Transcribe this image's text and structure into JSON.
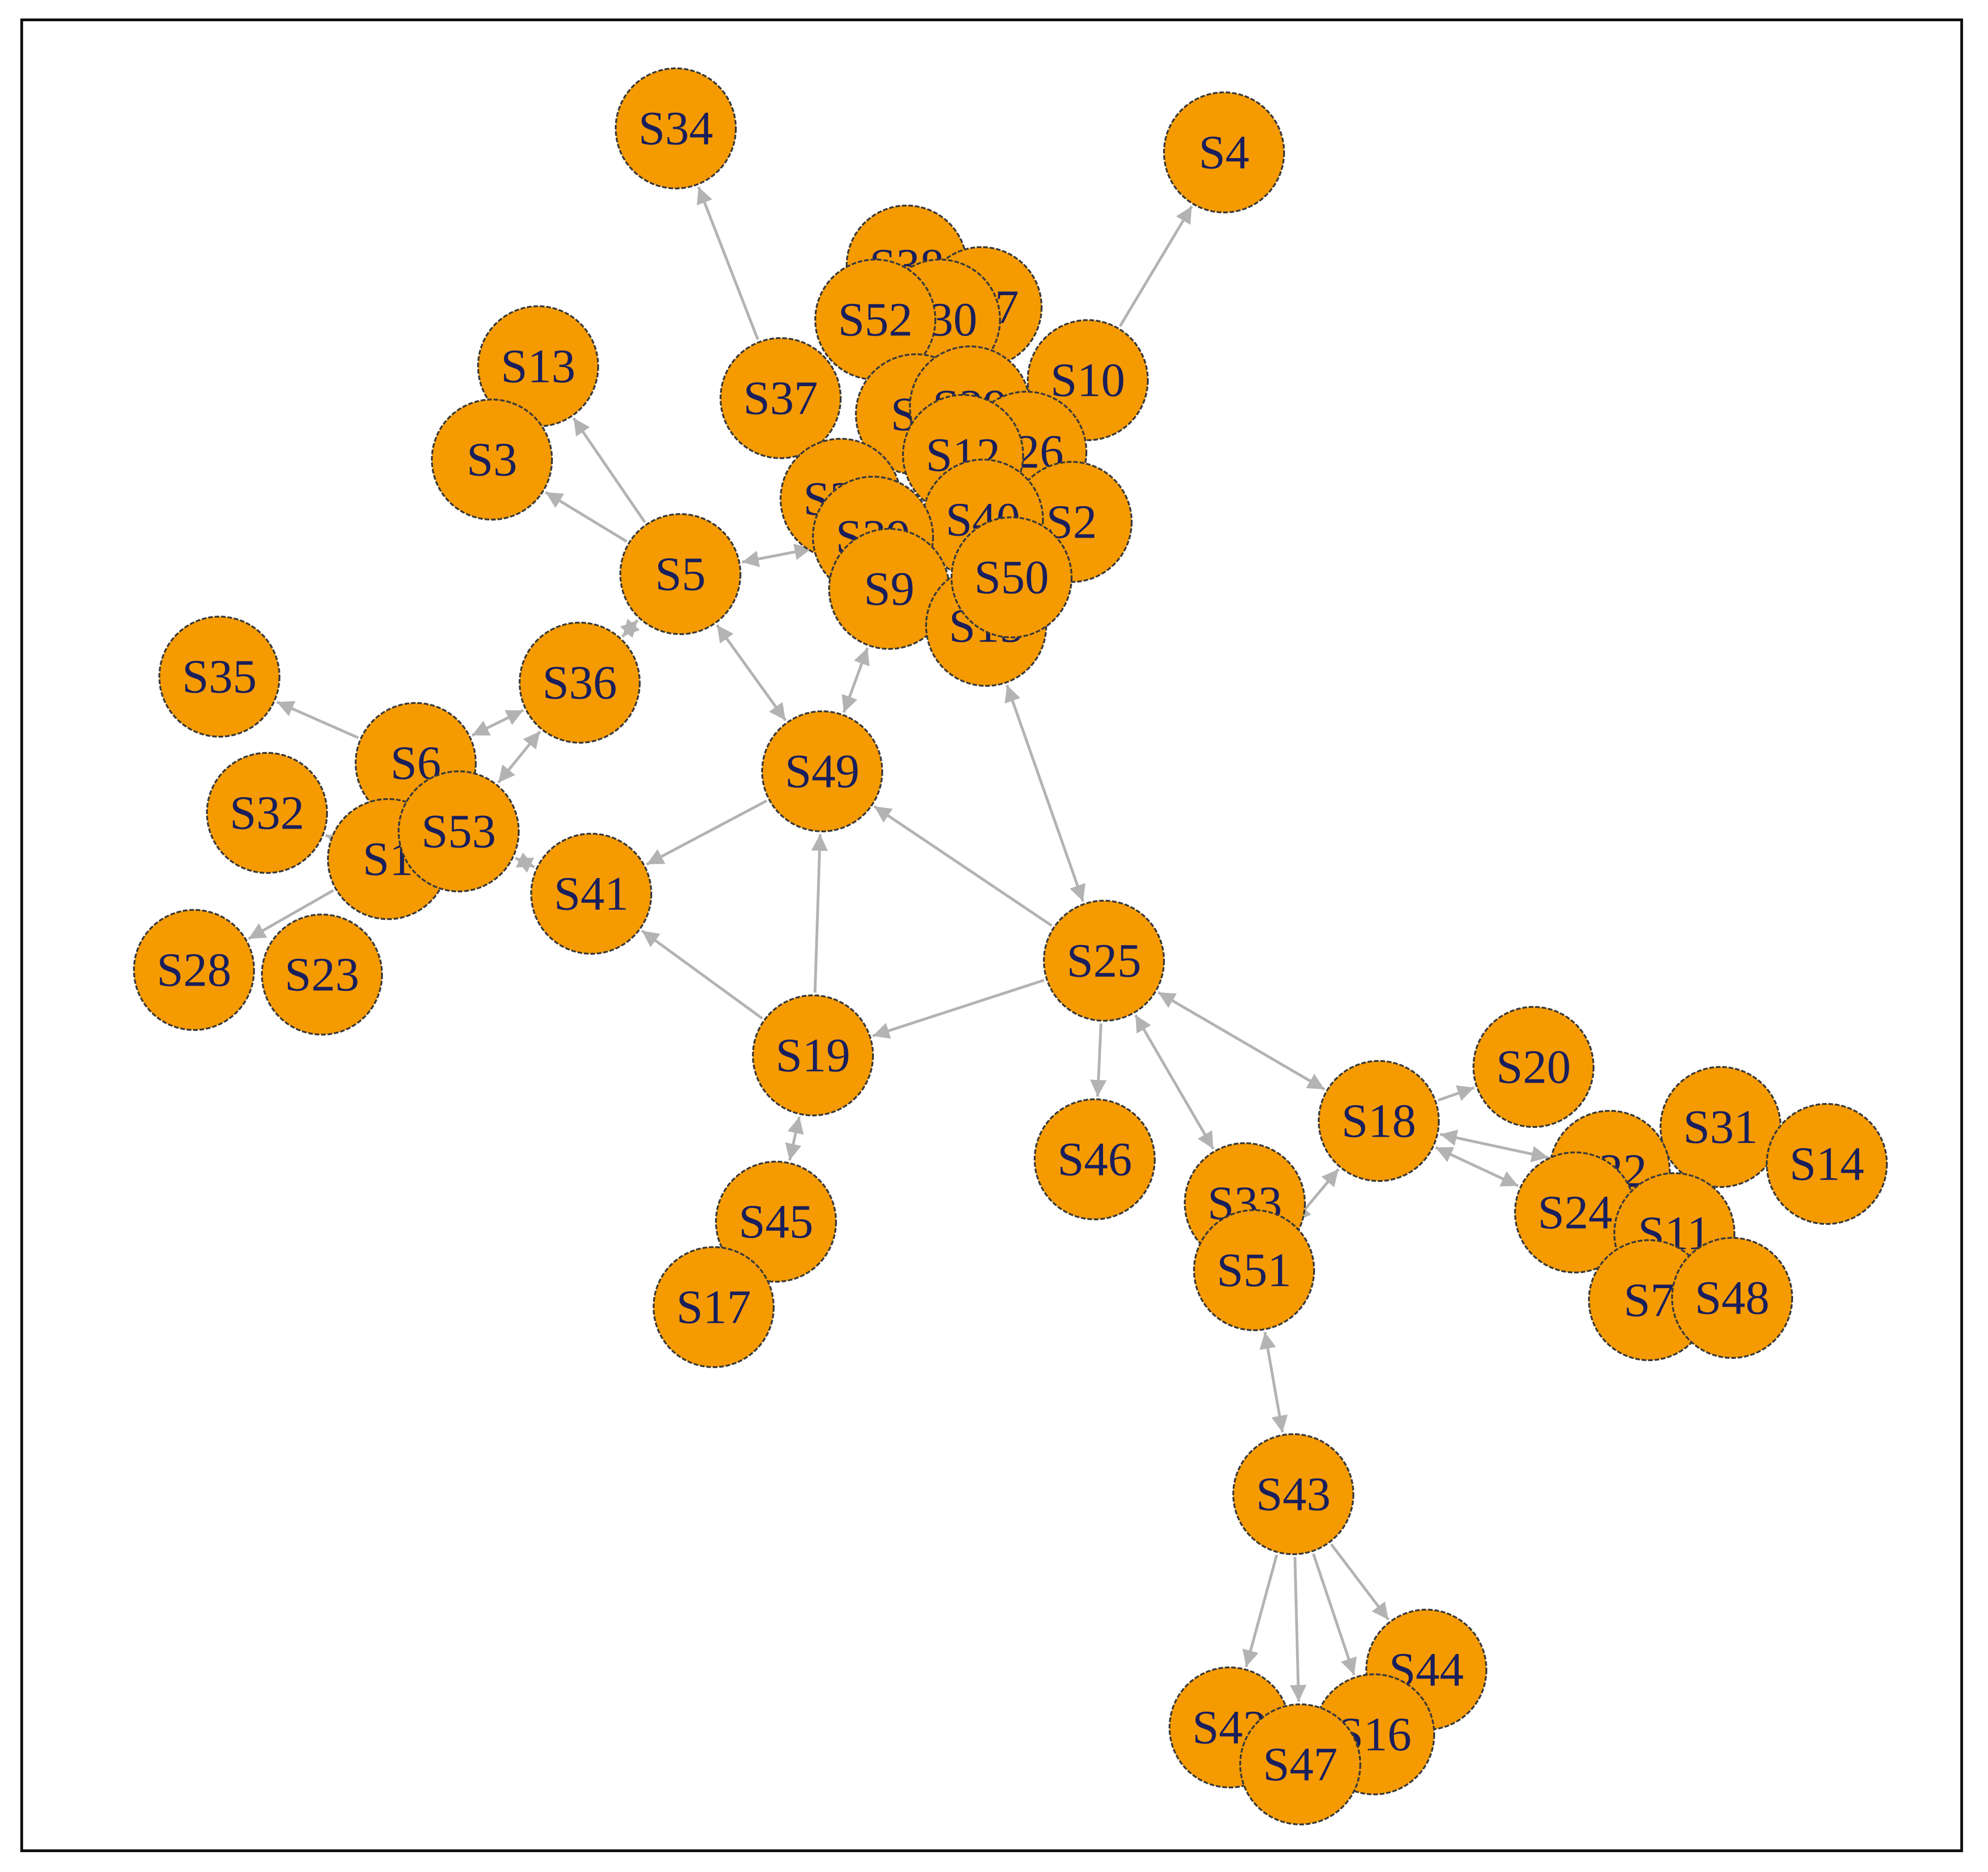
{
  "colors": {
    "node_fill": "#f59a00",
    "node_stroke": "#3a3a3a",
    "edge": "#b3b3b3",
    "label": "#1a1f5c",
    "background": "#ffffff"
  },
  "nodes": [
    {
      "id": "S34",
      "label": "S34"
    },
    {
      "id": "S4",
      "label": "S4"
    },
    {
      "id": "S38",
      "label": "S38"
    },
    {
      "id": "S27",
      "label": "S27"
    },
    {
      "id": "S30",
      "label": "S30"
    },
    {
      "id": "S52",
      "label": "S52"
    },
    {
      "id": "S13",
      "label": "S13"
    },
    {
      "id": "S10",
      "label": "S10"
    },
    {
      "id": "S37",
      "label": "S37"
    },
    {
      "id": "S8",
      "label": "S8"
    },
    {
      "id": "S29",
      "label": "S29"
    },
    {
      "id": "S3",
      "label": "S3"
    },
    {
      "id": "S26",
      "label": "S26"
    },
    {
      "id": "S12",
      "label": "S12"
    },
    {
      "id": "S2",
      "label": "S2"
    },
    {
      "id": "S21",
      "label": "S21"
    },
    {
      "id": "S40",
      "label": "S40"
    },
    {
      "id": "S39",
      "label": "S39"
    },
    {
      "id": "S5",
      "label": "S5"
    },
    {
      "id": "S9",
      "label": "S9"
    },
    {
      "id": "S15",
      "label": "S15"
    },
    {
      "id": "S50",
      "label": "S50"
    },
    {
      "id": "S35",
      "label": "S35"
    },
    {
      "id": "S36",
      "label": "S36"
    },
    {
      "id": "S6",
      "label": "S6"
    },
    {
      "id": "S49",
      "label": "S49"
    },
    {
      "id": "S32",
      "label": "S32"
    },
    {
      "id": "S1",
      "label": "S1"
    },
    {
      "id": "S53",
      "label": "S53"
    },
    {
      "id": "S41",
      "label": "S41"
    },
    {
      "id": "S28",
      "label": "S28"
    },
    {
      "id": "S23",
      "label": "S23"
    },
    {
      "id": "S25",
      "label": "S25"
    },
    {
      "id": "S19",
      "label": "S19"
    },
    {
      "id": "S20",
      "label": "S20"
    },
    {
      "id": "S18",
      "label": "S18"
    },
    {
      "id": "S31",
      "label": "S31"
    },
    {
      "id": "S14",
      "label": "S14"
    },
    {
      "id": "S22",
      "label": "S22"
    },
    {
      "id": "S46",
      "label": "S46"
    },
    {
      "id": "S24",
      "label": "S24"
    },
    {
      "id": "S33",
      "label": "S33"
    },
    {
      "id": "S11",
      "label": "S11"
    },
    {
      "id": "S45",
      "label": "S45"
    },
    {
      "id": "S51",
      "label": "S51"
    },
    {
      "id": "S7",
      "label": "S7"
    },
    {
      "id": "S48",
      "label": "S48"
    },
    {
      "id": "S17",
      "label": "S17"
    },
    {
      "id": "S43",
      "label": "S43"
    },
    {
      "id": "S44",
      "label": "S44"
    },
    {
      "id": "S42",
      "label": "S42"
    },
    {
      "id": "S16",
      "label": "S16"
    },
    {
      "id": "S47",
      "label": "S47"
    }
  ],
  "edges": [
    {
      "from": "S37",
      "to": "S34",
      "dir": "forward"
    },
    {
      "from": "S10",
      "to": "S4",
      "dir": "forward"
    },
    {
      "from": "S5",
      "to": "S13",
      "dir": "forward"
    },
    {
      "from": "S5",
      "to": "S3",
      "dir": "forward"
    },
    {
      "from": "S5",
      "to": "S39",
      "dir": "both"
    },
    {
      "from": "S5",
      "to": "S36",
      "dir": "both"
    },
    {
      "from": "S5",
      "to": "S49",
      "dir": "both"
    },
    {
      "from": "S49",
      "to": "S9",
      "dir": "both"
    },
    {
      "from": "S49",
      "to": "S41",
      "dir": "forward"
    },
    {
      "from": "S6",
      "to": "S35",
      "dir": "forward"
    },
    {
      "from": "S6",
      "to": "S36",
      "dir": "both"
    },
    {
      "from": "S53",
      "to": "S36",
      "dir": "both"
    },
    {
      "from": "S1",
      "to": "S32",
      "dir": "forward"
    },
    {
      "from": "S1",
      "to": "S28",
      "dir": "forward"
    },
    {
      "from": "S53",
      "to": "S41",
      "dir": "both"
    },
    {
      "from": "S25",
      "to": "S49",
      "dir": "forward"
    },
    {
      "from": "S25",
      "to": "S15",
      "dir": "both"
    },
    {
      "from": "S25",
      "to": "S19",
      "dir": "forward"
    },
    {
      "from": "S19",
      "to": "S49",
      "dir": "forward"
    },
    {
      "from": "S19",
      "to": "S41",
      "dir": "forward"
    },
    {
      "from": "S45",
      "to": "S19",
      "dir": "both"
    },
    {
      "from": "S25",
      "to": "S46",
      "dir": "forward"
    },
    {
      "from": "S25",
      "to": "S18",
      "dir": "both"
    },
    {
      "from": "S25",
      "to": "S33",
      "dir": "both"
    },
    {
      "from": "S51",
      "to": "S18",
      "dir": "both"
    },
    {
      "from": "S18",
      "to": "S20",
      "dir": "forward"
    },
    {
      "from": "S22",
      "to": "S18",
      "dir": "both"
    },
    {
      "from": "S24",
      "to": "S18",
      "dir": "both"
    },
    {
      "from": "S51",
      "to": "S43",
      "dir": "both"
    },
    {
      "from": "S43",
      "to": "S42",
      "dir": "forward"
    },
    {
      "from": "S43",
      "to": "S47",
      "dir": "forward"
    },
    {
      "from": "S43",
      "to": "S16",
      "dir": "forward"
    },
    {
      "from": "S43",
      "to": "S44",
      "dir": "forward"
    }
  ]
}
